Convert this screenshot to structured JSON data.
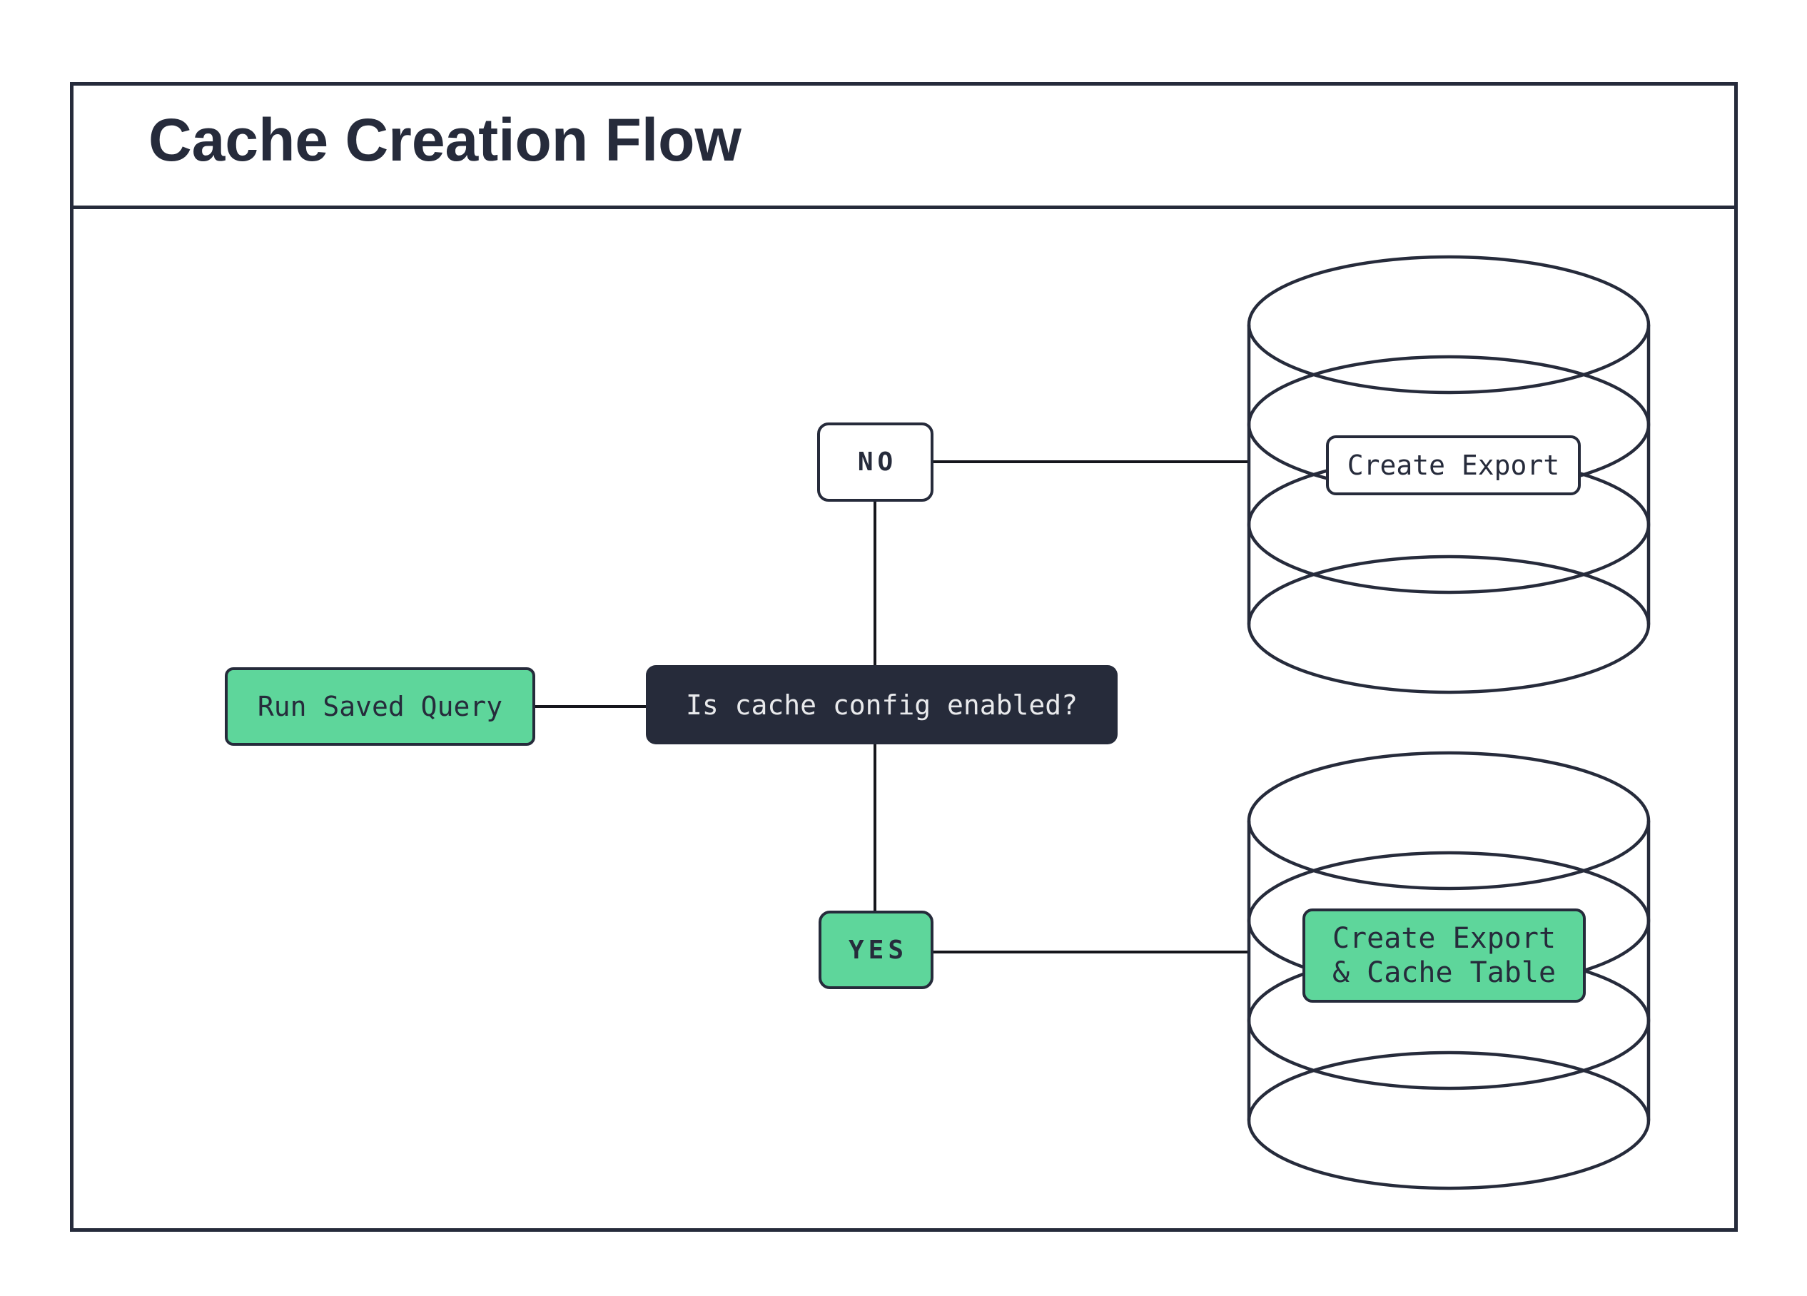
{
  "header": {
    "title": "Cache Creation Flow"
  },
  "nodes": {
    "run": "Run Saved Query",
    "decision": "Is cache config enabled?",
    "no": "NO",
    "yes": "YES",
    "export_label": "Create Export",
    "cache_label_line1": "Create Export",
    "cache_label_line2": "& Cache Table"
  },
  "colors": {
    "outline_navy": "#262b3b",
    "node_green": "#5ed69b",
    "decision_fill": "#262b3a",
    "decision_text": "#e9eaec",
    "connector_black": "#15161c",
    "background": "#ffffff"
  }
}
